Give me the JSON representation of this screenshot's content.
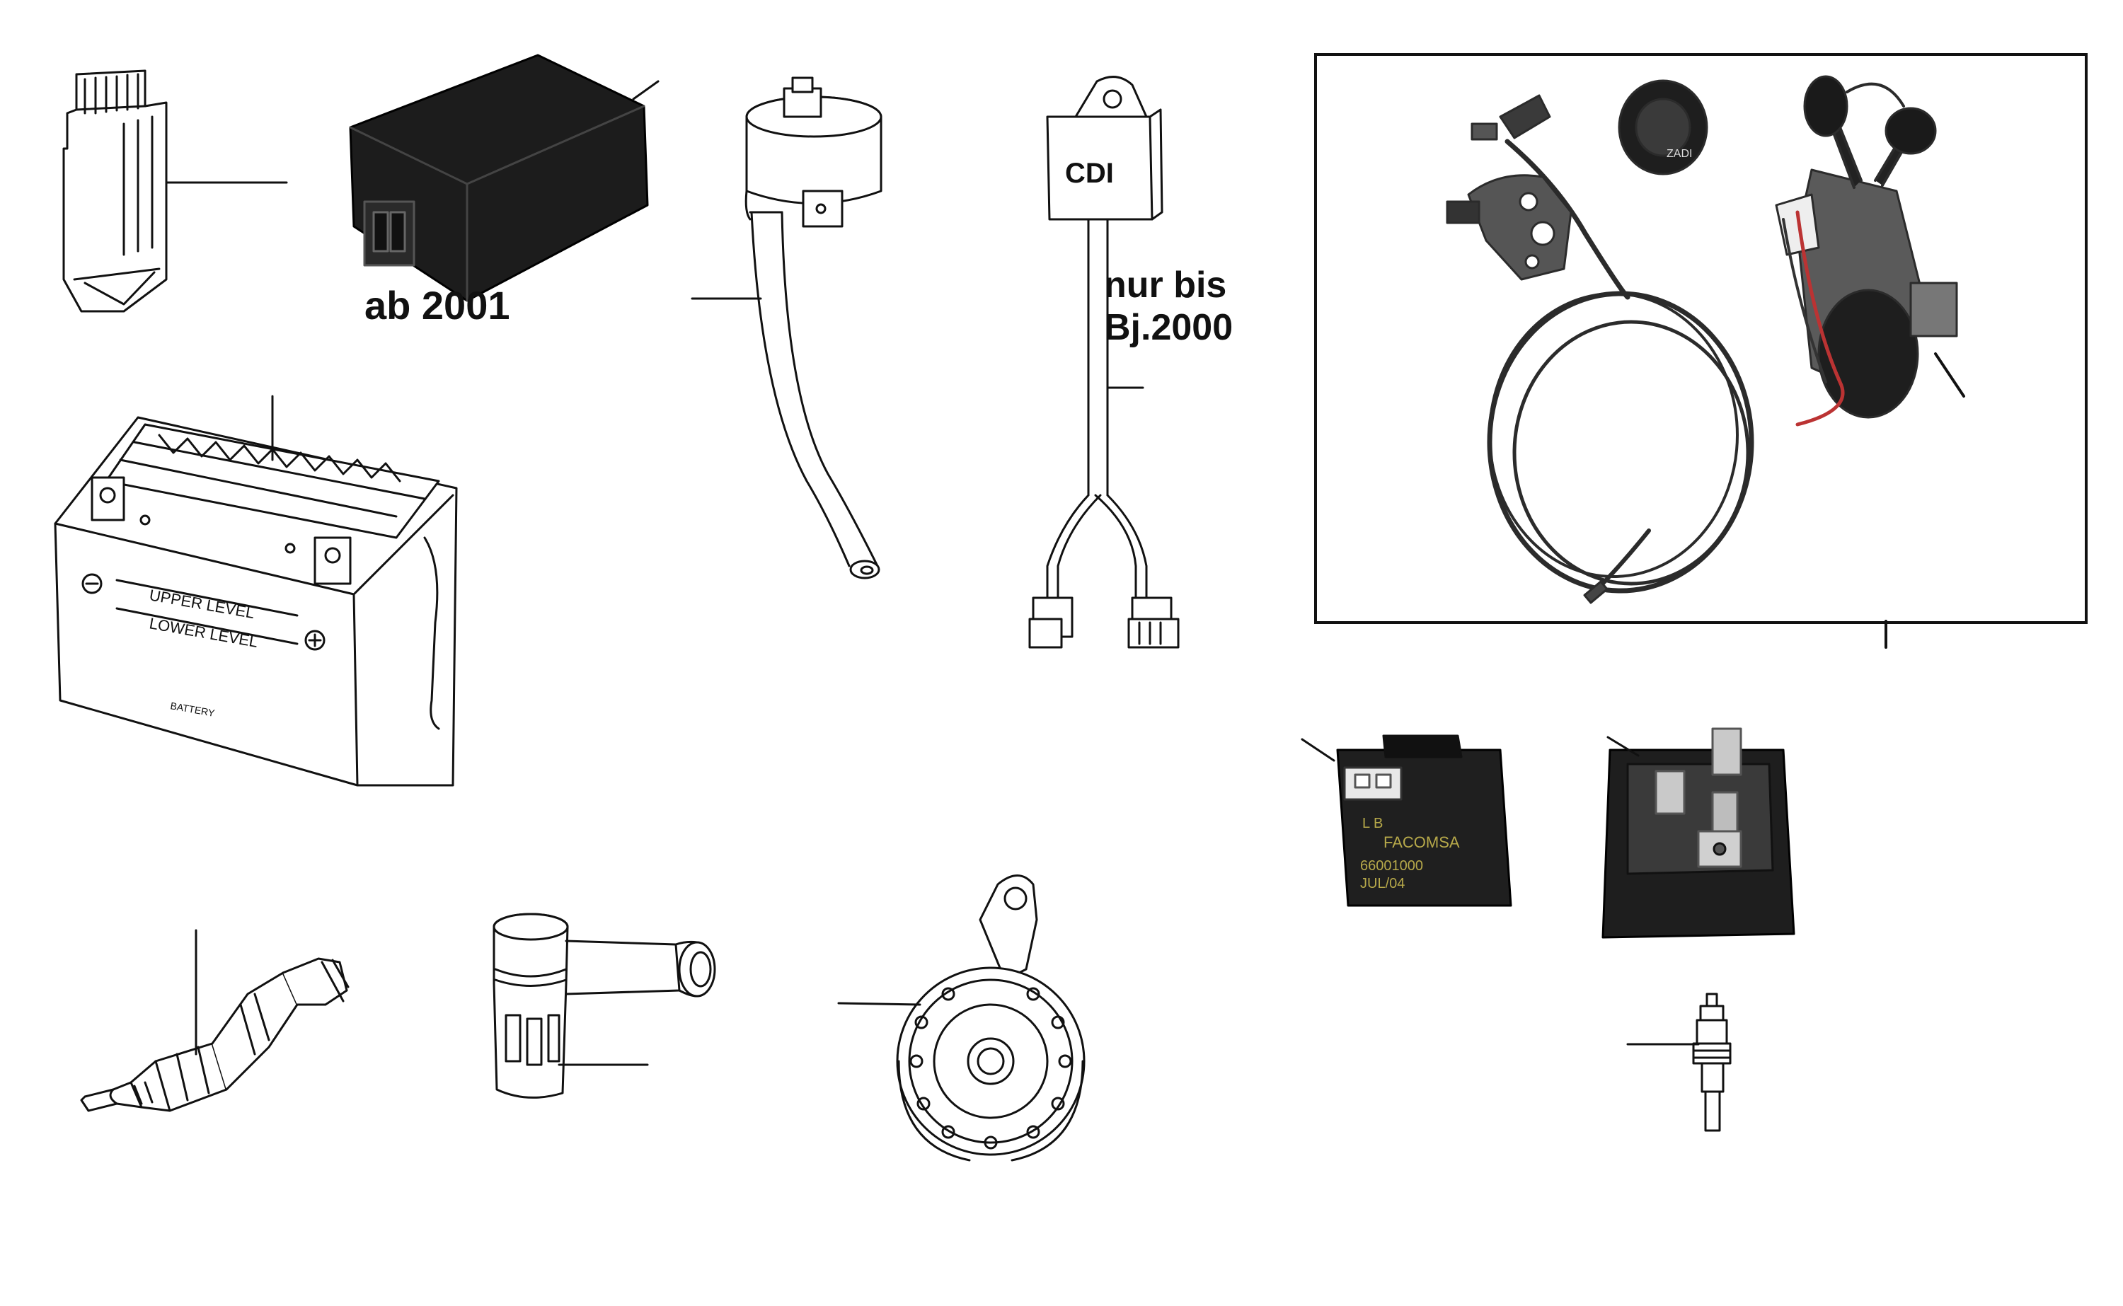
{
  "labels": {
    "cdi_ab_2001": "ab 2001",
    "cdi_nur_bis_line1": "nur bis",
    "cdi_nur_bis_line2": "Bj.2000",
    "cdi_box_text": "CDI"
  },
  "battery": {
    "upper_level": "UPPER LEVEL",
    "lower_level": "LOWER LEVEL",
    "brand": "BATTERY"
  },
  "relay_module": {
    "pins": "L B",
    "brand": "FACOMSA",
    "part_number": "66001000",
    "date": "JUL/04"
  },
  "ignition_cap": {
    "text": "ZADI"
  },
  "colors": {
    "line": "#111111",
    "drawing_fill": "#ffffff",
    "part_dark": "#1c1c1c",
    "photo_gray": "#3a3a3a"
  }
}
